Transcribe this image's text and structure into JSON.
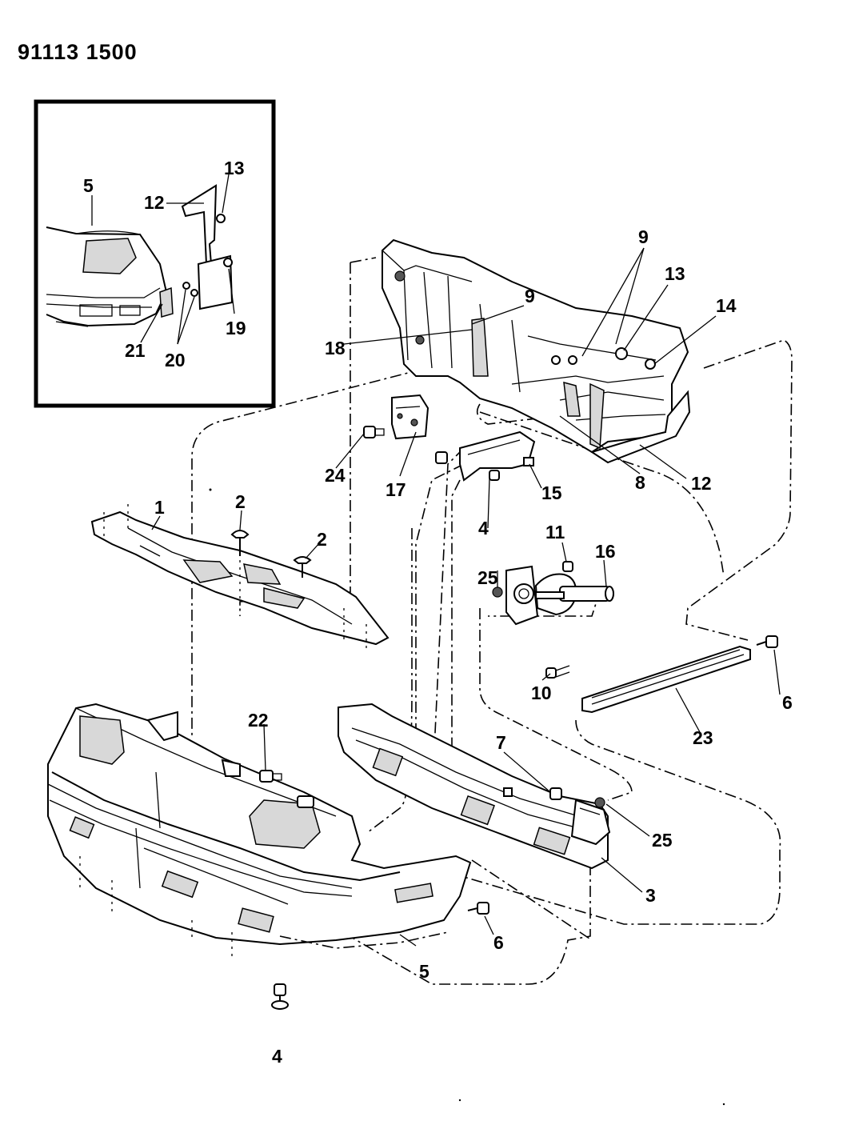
{
  "figure_number": "91113 1500",
  "inset_callouts": [
    "5",
    "12",
    "13",
    "19",
    "20",
    "21"
  ],
  "main_callouts": [
    "1",
    "2",
    "2",
    "3",
    "4",
    "4",
    "5",
    "6",
    "6",
    "7",
    "8",
    "9",
    "9",
    "10",
    "11",
    "12",
    "13",
    "14",
    "15",
    "16",
    "17",
    "18",
    "22",
    "23",
    "24",
    "25",
    "25"
  ]
}
